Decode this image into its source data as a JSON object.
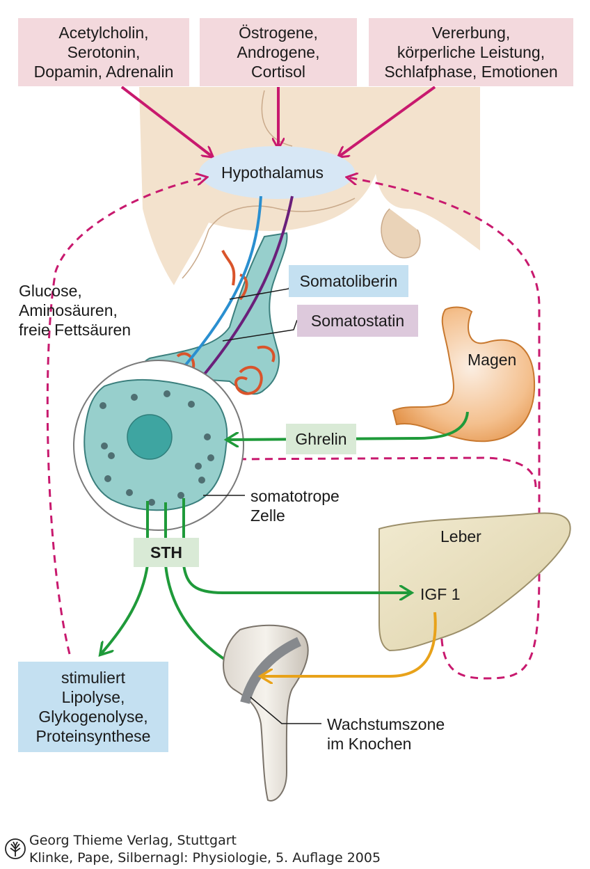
{
  "inputs": {
    "neuro": [
      "Acetylcholin,",
      "Serotonin,",
      "Dopamin, Adrenalin"
    ],
    "hormones": [
      "Östrogene,",
      "Androgene,",
      "Cortisol"
    ],
    "factors": [
      "Vererbung,",
      "körperliche Leistung,",
      "Schlafphase, Emotionen"
    ]
  },
  "hypothalamus": "Hypothalamus",
  "somatoliberin": "Somatoliberin",
  "somatostatin": "Somatostatin",
  "feedback_nutrients": [
    "Glucose,",
    "Aminosäuren,",
    "freie Fettsäuren"
  ],
  "magen": "Magen",
  "ghrelin": "Ghrelin",
  "cell_label": [
    "somatotrope",
    "Zelle"
  ],
  "sth": "STH",
  "leber": "Leber",
  "igf": "IGF 1",
  "effects": [
    "stimuliert",
    "Lipolyse,",
    "Glykogenolyse,",
    "Proteinsynthese"
  ],
  "growth_zone": [
    "Wachstumszone",
    "im Knochen"
  ],
  "footer": {
    "publisher": "Georg Thieme Verlag, Stuttgart",
    "citation": "Klinke, Pape, Silbernagl: Physiologie, 5. Auflage 2005"
  },
  "colors": {
    "stimulating": "#c8196e",
    "feedback_dashed": "#c8196e",
    "somatoliberin": "#2a8fd0",
    "somatostatin": "#6a1f7a",
    "sth_paths": "#1f9a3a",
    "igf_path": "#e8a21a"
  }
}
